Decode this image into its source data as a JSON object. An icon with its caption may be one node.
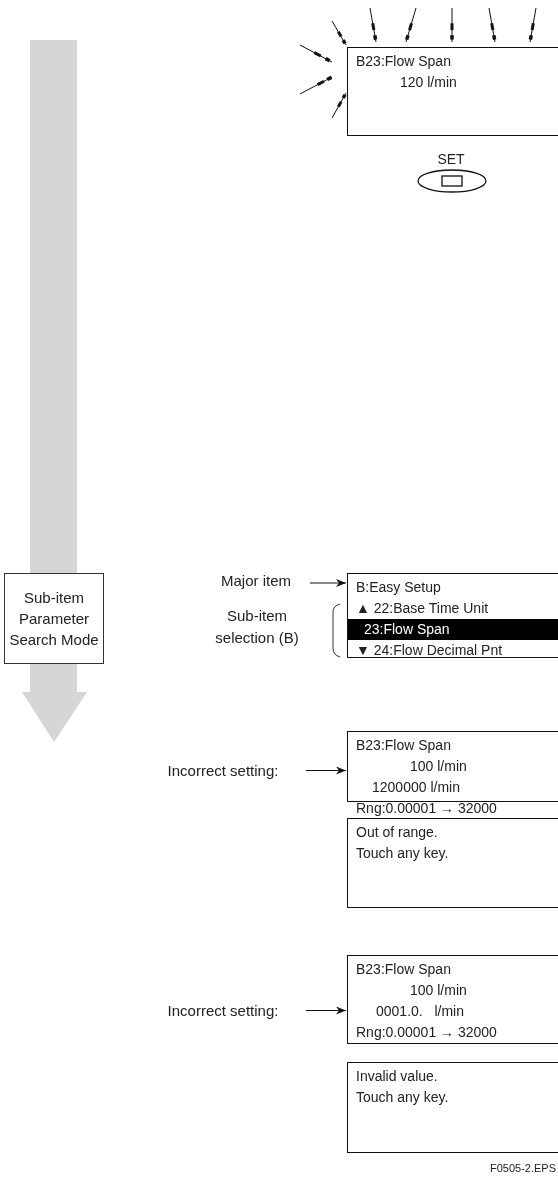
{
  "diagram": {
    "nodes": [
      {
        "text": [
          "B23:Flow Span",
          "120 l/min"
        ]
      },
      {
        "text": [
          "SET"
        ]
      },
      {
        "text": [
          "Sub-item Parameter Search Mode"
        ]
      },
      {
        "text": [
          "Major item"
        ]
      },
      {
        "text": [
          "B:Easy Setup",
          "▲ 22:Base Time Unit",
          "23:Flow Span",
          "▼ 24:Flow Decimal Pnt"
        ]
      },
      {
        "text": [
          "Incorrect setting:"
        ]
      },
      {
        "text": [
          "B23:Flow Span",
          "100 l/min",
          "1200000 l/min",
          "Rng:0.00001 → 32000"
        ]
      },
      {
        "text": [
          "Out of range.",
          "Touch any key."
        ]
      },
      {
        "text": [
          "Incorrect setting:"
        ]
      },
      {
        "text": [
          "B23:Flow Span",
          "100 l/min",
          "0001.0.   l/min",
          "Rng:0.00001 → 32000"
        ]
      },
      {
        "text": [
          "Invalid value.",
          "Touch any key."
        ]
      }
    ],
    "edges": [
      {
        "from": 3,
        "to": 4,
        "arrow": "to"
      },
      {
        "from": 5,
        "to": 6,
        "arrow": "to"
      },
      {
        "from": 8,
        "to": 9,
        "arrow": "to"
      }
    ],
    "labels": [
      "Sub-item selection (B)",
      "F0505-2.EPS"
    ]
  }
}
